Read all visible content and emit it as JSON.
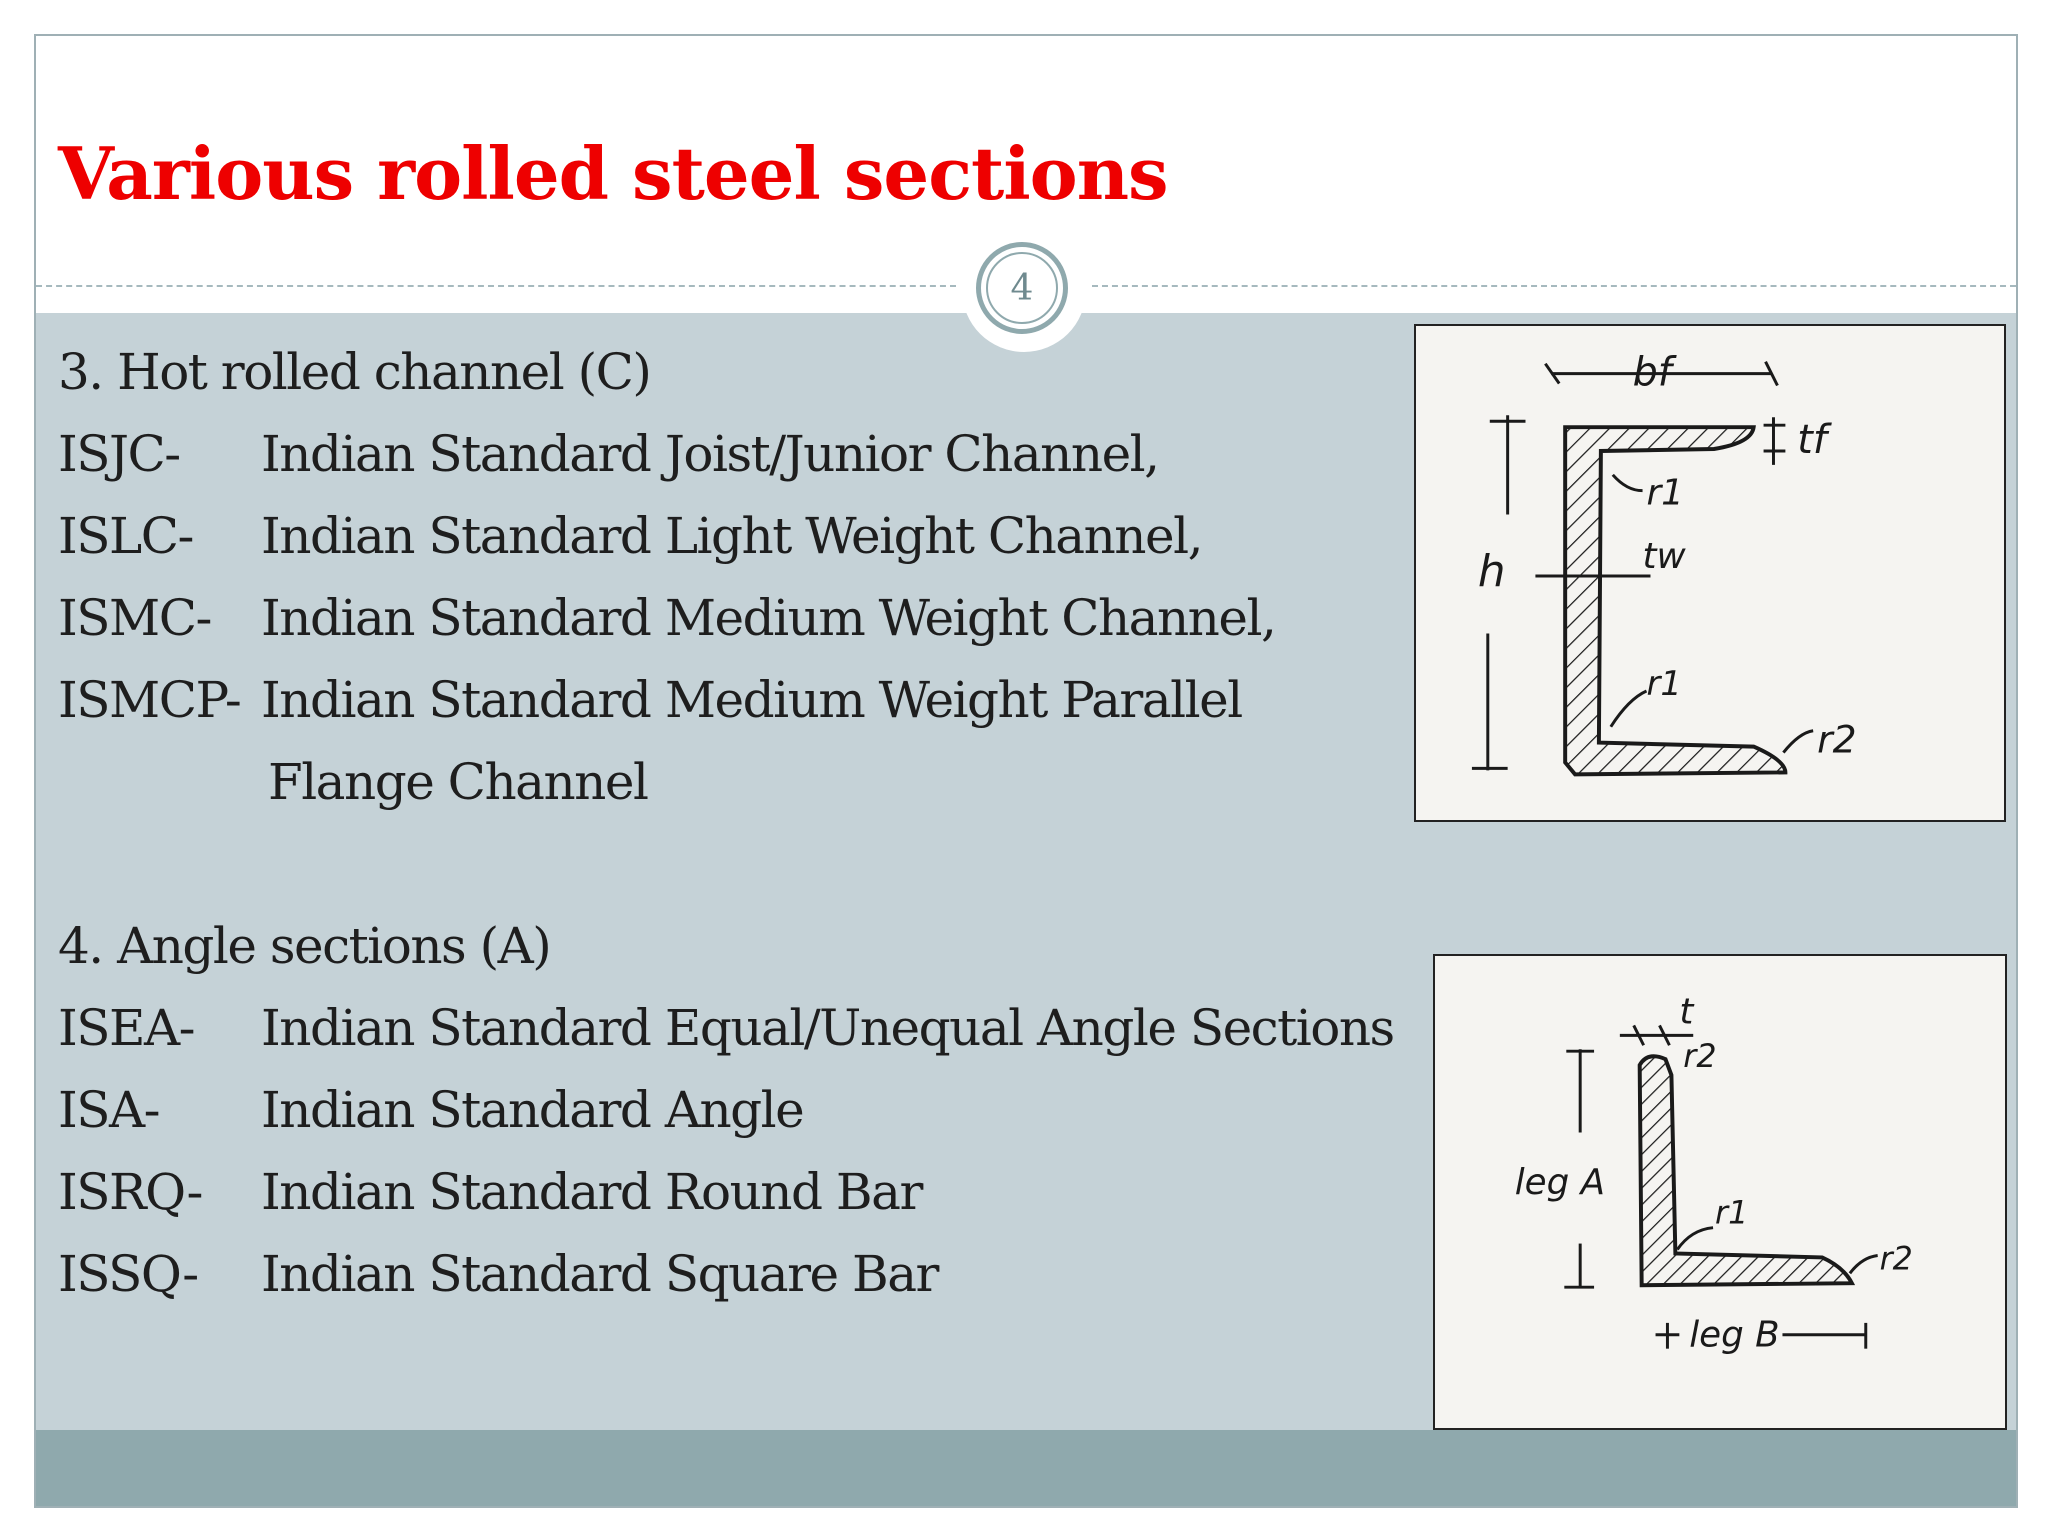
{
  "title": "Various rolled steel sections",
  "slide_number": "4",
  "section_channel": {
    "heading": "3. Hot rolled channel (C)",
    "items": [
      {
        "code": "ISJC-",
        "desc": "Indian Standard Joist/Junior Channel,"
      },
      {
        "code": "ISLC-",
        "desc": "Indian Standard Light Weight Channel,"
      },
      {
        "code": "ISMC-",
        "desc": "Indian Standard Medium Weight Channel,"
      },
      {
        "code": "ISMCP-",
        "desc": "Indian Standard Medium Weight Parallel"
      }
    ],
    "continuation": "Flange Channel"
  },
  "section_angle": {
    "heading": "4. Angle sections (A)",
    "items": [
      {
        "code": "ISEA-",
        "desc": "Indian Standard Equal/Unequal Angle Sections"
      },
      {
        "code": "ISA-",
        "desc": "Indian Standard Angle"
      },
      {
        "code": "ISRQ-",
        "desc": "Indian Standard Round Bar"
      },
      {
        "code": "ISSQ-",
        "desc": "Indian Standard Square Bar"
      }
    ]
  },
  "channel_sketch": {
    "labels": {
      "bf": "bf",
      "tf": "tf",
      "r1_top": "r1",
      "tw": "tw",
      "h": "h",
      "r1_bottom": "r1",
      "r2": "r2"
    }
  },
  "angle_sketch": {
    "labels": {
      "t": "t",
      "r2_top": "r2",
      "leg_a": "leg A",
      "r1": "r1",
      "r2_bottom": "r2",
      "leg_b": "leg B"
    }
  }
}
